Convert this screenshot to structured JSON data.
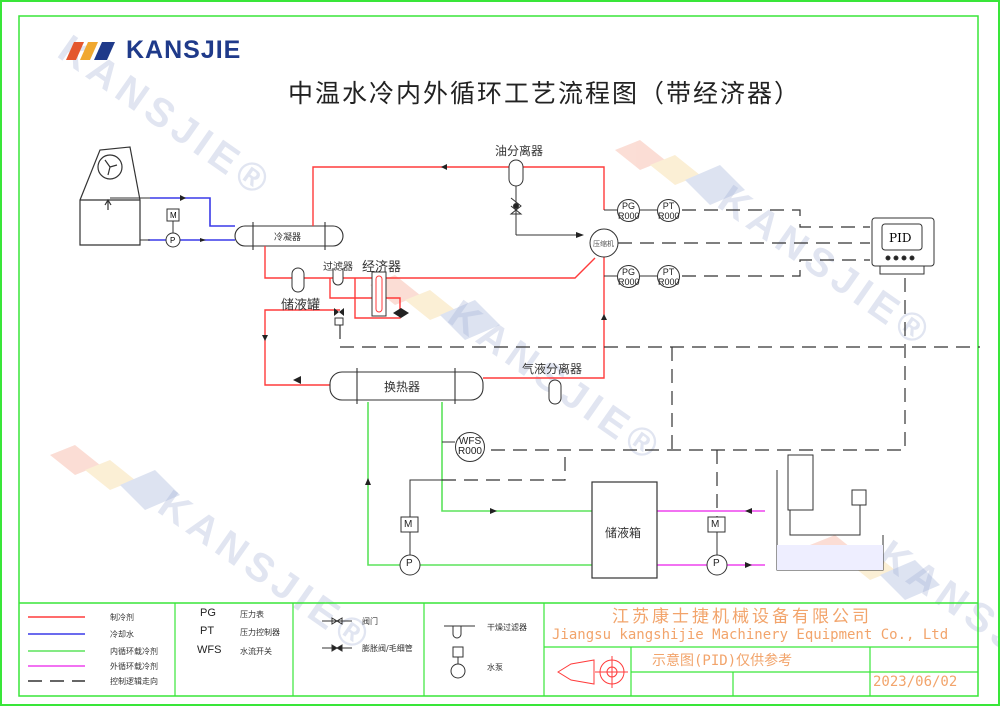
{
  "brand": {
    "name": "KANSJIE",
    "stripe_colors": [
      "#e4572e",
      "#f0a830",
      "#1f3a8a"
    ]
  },
  "title": "中温水冷内外循环工艺流程图（带经济器）",
  "watermark": "KANSJIE®",
  "equipment": {
    "condenser": "冷凝器",
    "oil_separator": "油分离器",
    "filter": "过滤器",
    "economizer": "经济器",
    "receiver": "储液罐",
    "compressor": "压缩机",
    "heat_exchanger": "换热器",
    "gas_liquid_separator": "气液分离器",
    "storage_tank": "储液箱",
    "pid_controller": "PID",
    "motor": "M",
    "pump": "P"
  },
  "instruments": [
    {
      "id": "pg1",
      "tag": "PG",
      "loop": "R000"
    },
    {
      "id": "pt1",
      "tag": "PT",
      "loop": "R000"
    },
    {
      "id": "pg2",
      "tag": "PG",
      "loop": "R000"
    },
    {
      "id": "pt2",
      "tag": "PT",
      "loop": "R000"
    },
    {
      "id": "wfs",
      "tag": "WFS",
      "loop": "R000"
    }
  ],
  "colors": {
    "refrigerant": "#ff3b3b",
    "cooling_water": "#3a3ae8",
    "inner_loop": "#5be35b",
    "outer_loop": "#ee44ee",
    "control": "#333333",
    "frame": "#39e639",
    "company": "#f2a46b"
  },
  "legend": {
    "lines": [
      {
        "label": "制冷剂",
        "color": "#ff3b3b",
        "dashed": false
      },
      {
        "label": "冷却水",
        "color": "#3a3ae8",
        "dashed": false
      },
      {
        "label": "内循环载冷剂",
        "color": "#5be35b",
        "dashed": false
      },
      {
        "label": "外循环载冷剂",
        "color": "#ee44ee",
        "dashed": false
      },
      {
        "label": "控制逻辑走向",
        "color": "#333333",
        "dashed": true
      }
    ],
    "abbreviations": [
      {
        "abbr": "PG",
        "meaning": "压力表"
      },
      {
        "abbr": "PT",
        "meaning": "压力控制器"
      },
      {
        "abbr": "WFS",
        "meaning": "水流开关"
      }
    ],
    "symbols": [
      {
        "name": "valve",
        "label": "阀门"
      },
      {
        "name": "expansion-valve",
        "label": "膨胀阀/毛细管"
      },
      {
        "name": "dry-filter",
        "label": "干燥过滤器"
      },
      {
        "name": "water-pump",
        "label": "水泵"
      }
    ]
  },
  "title_block": {
    "company_cn": "江苏康士捷机械设备有限公司",
    "company_en": "Jiangsu kangshijie Machinery Equipment Co., Ltd",
    "note": "示意图(PID)仅供参考",
    "date": "2023/06/02"
  }
}
